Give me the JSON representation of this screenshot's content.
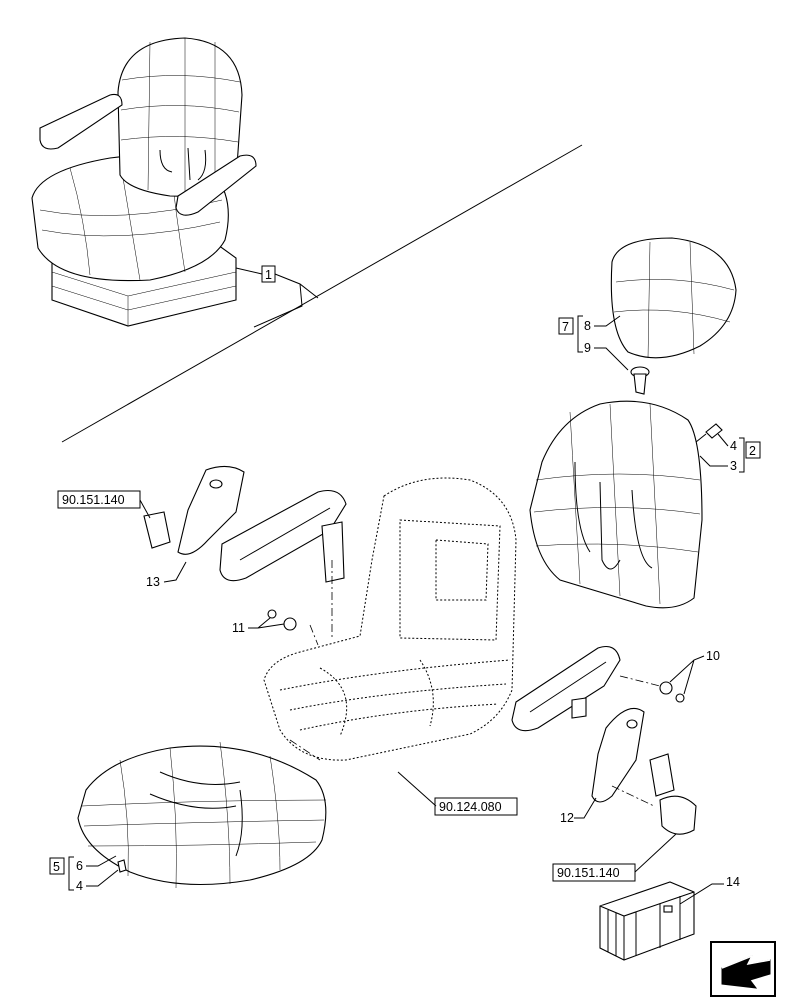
{
  "callouts": {
    "c1": "1",
    "c2": "2",
    "c3": "3",
    "c4a": "4",
    "c4b": "4",
    "c5": "5",
    "c6": "6",
    "c7": "7",
    "c8": "8",
    "c9": "9",
    "c10": "10",
    "c11": "11",
    "c12": "12",
    "c13": "13",
    "c14": "14"
  },
  "refs": {
    "ref_left": "90.151.140",
    "ref_frame": "90.124.080",
    "ref_right": "90.151.140"
  },
  "icons": {
    "nav": "arrow-next-page-icon"
  }
}
